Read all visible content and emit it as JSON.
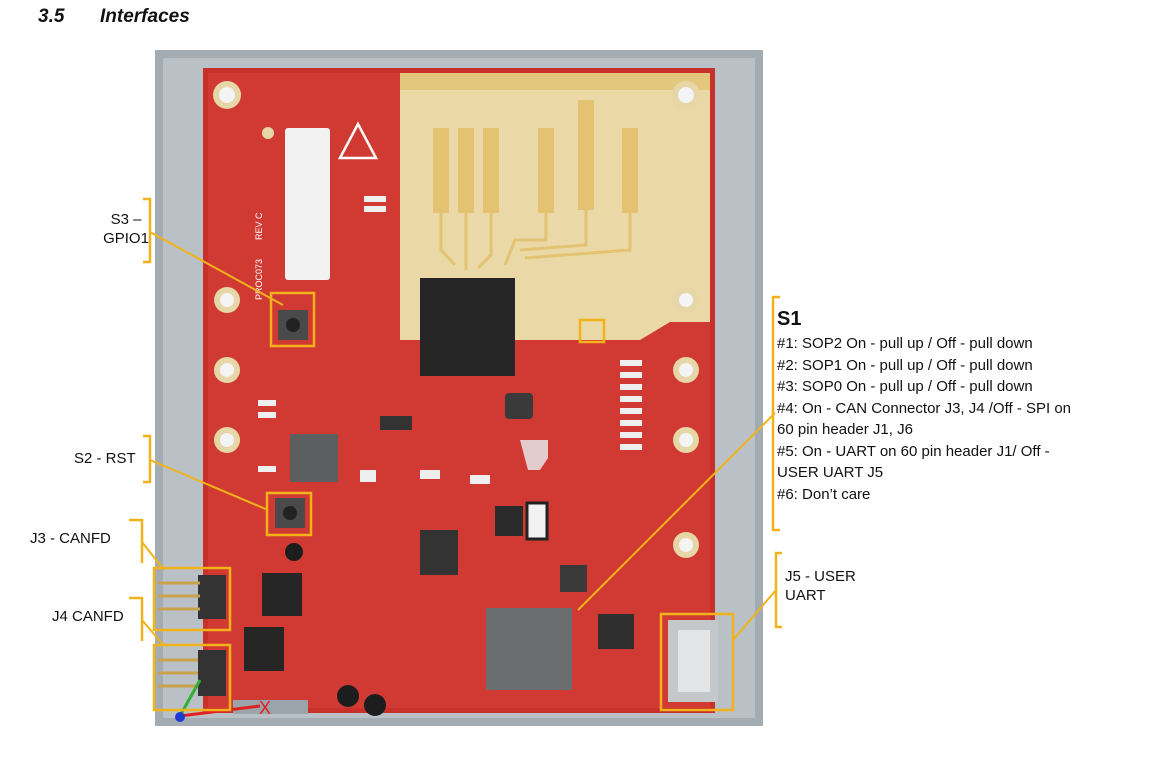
{
  "heading": {
    "number": "3.5",
    "title": "Interfaces"
  },
  "labels": {
    "s3": [
      "S3 –",
      "GPIO1"
    ],
    "s2": "S2 - RST",
    "j3": "J3 - CANFD",
    "j4": "J4 CANFD",
    "j5": [
      "J5 - USER",
      "UART"
    ]
  },
  "s1": {
    "title": "S1",
    "lines": [
      "#1: SOP2 On - pull up / Off - pull down",
      "#2: SOP1 On - pull up / Off - pull down",
      "#3: SOP0 On - pull up / Off - pull down",
      "#4: On - CAN Connector  J3, J4  /Off - SPI on",
      "60 pin header J1, J6",
      "#5: On - UART on 60 pin header J1/ Off -",
      "USER UART J5",
      "#6: Don’t care"
    ]
  },
  "board_text": {
    "rev": "REV C",
    "proc": "PROC073",
    "axis_x": "X"
  },
  "colors": {
    "pcb": "#c8302c",
    "copper": "#e9c97a",
    "highlight": "#f2b21a",
    "frame": "#9aa3ab"
  }
}
